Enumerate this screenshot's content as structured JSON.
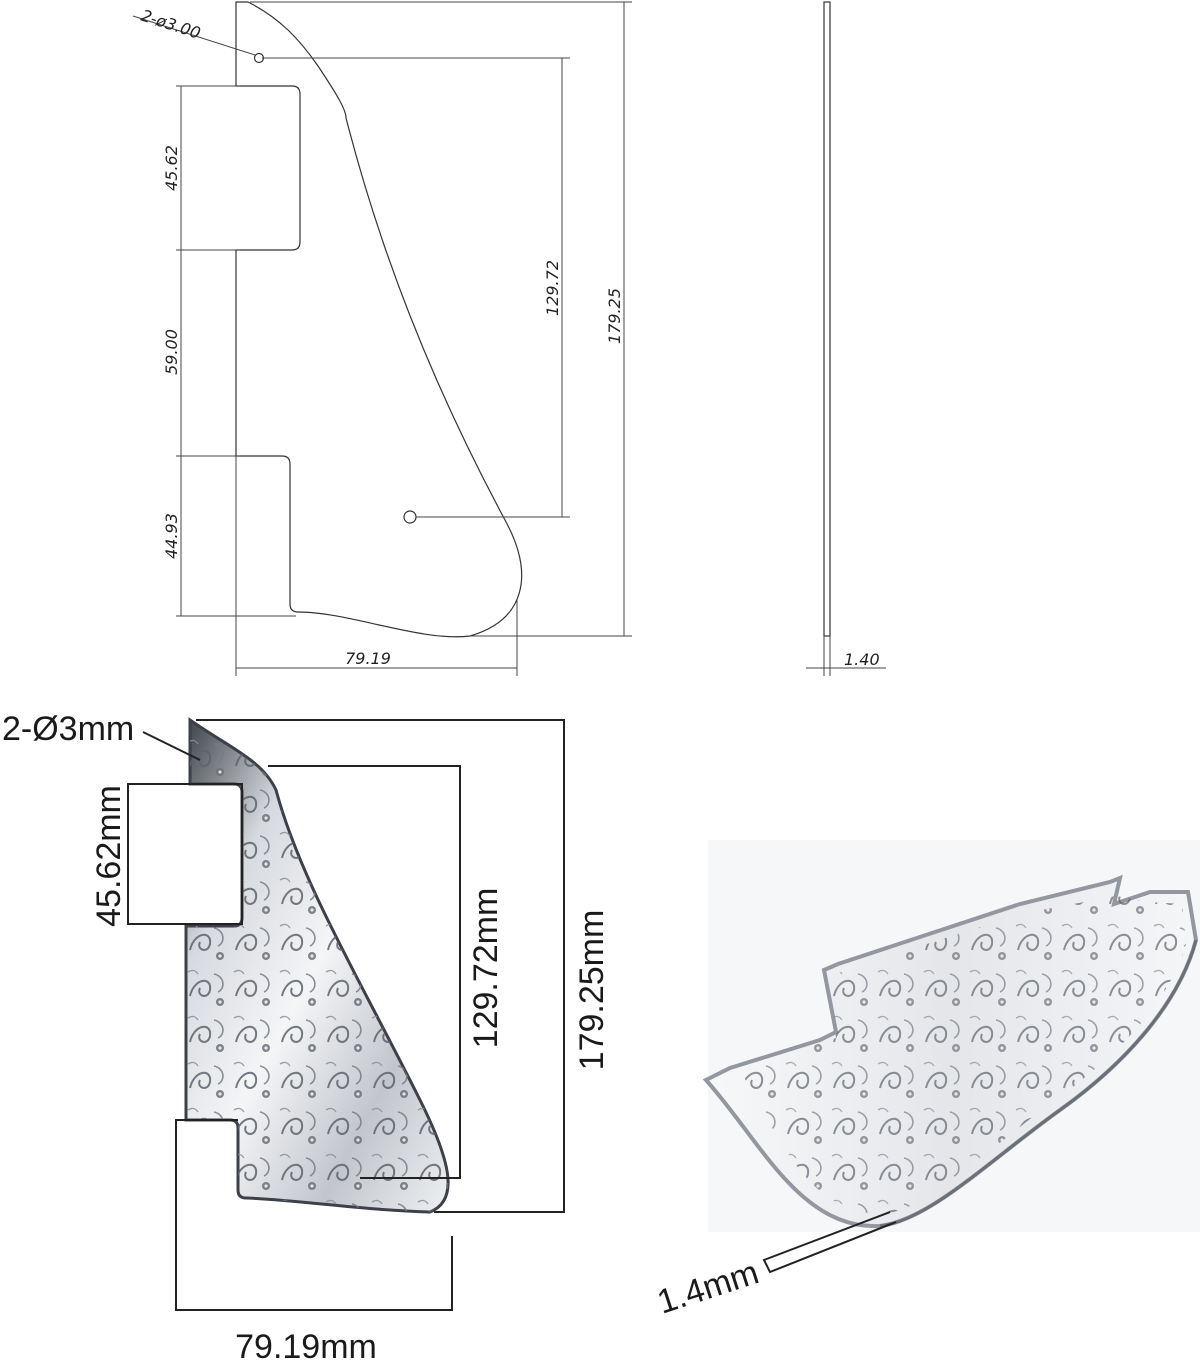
{
  "cad_drawing": {
    "hole_spec": "2-ø3.00",
    "dim_upper_cutout": "45.62",
    "dim_gap": "59.00",
    "dim_lower_cutout": "44.93",
    "dim_hole_spacing": "129.72",
    "dim_total_height": "179.25",
    "dim_width": "79.19",
    "dim_thickness": "1.40"
  },
  "photo_annotated": {
    "hole_spec": "2-Ø3mm",
    "dim_upper_cutout": "45.62mm",
    "dim_hole_spacing": "129.72mm",
    "dim_total_height": "179.25mm",
    "dim_width": "79.19mm"
  },
  "photo_angled": {
    "dim_thickness": "1.4mm"
  },
  "colors": {
    "line": "#333333",
    "metal_light": "#eef0f2",
    "metal_dark": "#5a5e66",
    "edge": "#8a8f98"
  }
}
